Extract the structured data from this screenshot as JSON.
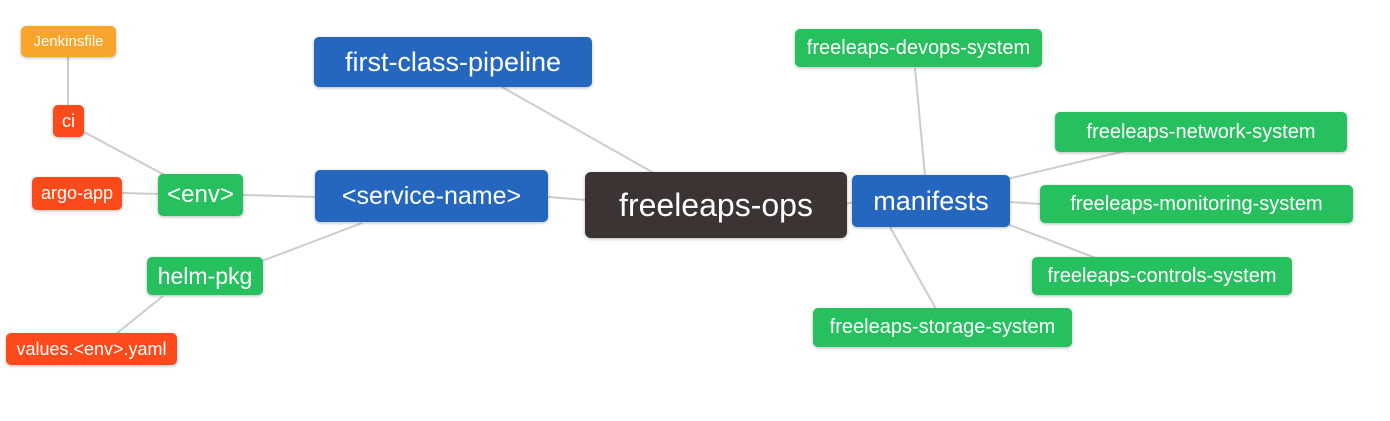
{
  "diagram": {
    "type": "mindmap",
    "background": "#FFFFFF",
    "edge_color": "#CCCCCC"
  },
  "colors": {
    "root_dark": "#3B3433",
    "branch_blue": "#2567BE",
    "child_green": "#26C05F",
    "leaf_red": "#FC4A1A",
    "leaf_orange": "#F9A52B",
    "text": "#FFFFFF"
  },
  "nodes": {
    "root": {
      "label": "freeleaps-ops"
    },
    "first_class_pipeline": {
      "label": "first-class-pipeline"
    },
    "service_name": {
      "label": "<service-name>"
    },
    "manifests": {
      "label": "manifests"
    },
    "env": {
      "label": "<env>"
    },
    "helm_pkg": {
      "label": "helm-pkg"
    },
    "ci": {
      "label": "ci"
    },
    "argo_app": {
      "label": "argo-app"
    },
    "jenkinsfile": {
      "label": "Jenkinsfile"
    },
    "values_env_yaml": {
      "label": "values.<env>.yaml"
    },
    "devops_system": {
      "label": "freeleaps-devops-system"
    },
    "network_system": {
      "label": "freeleaps-network-system"
    },
    "monitoring_system": {
      "label": "freeleaps-monitoring-system"
    },
    "controls_system": {
      "label": "freeleaps-controls-system"
    },
    "storage_system": {
      "label": "freeleaps-storage-system"
    }
  },
  "edges": [
    [
      "jenkinsfile",
      "ci"
    ],
    [
      "ci",
      "env"
    ],
    [
      "argo_app",
      "env"
    ],
    [
      "env",
      "service_name"
    ],
    [
      "helm_pkg",
      "service_name"
    ],
    [
      "values_env_yaml",
      "helm_pkg"
    ],
    [
      "service_name",
      "root"
    ],
    [
      "first_class_pipeline",
      "root"
    ],
    [
      "root",
      "manifests"
    ],
    [
      "manifests",
      "devops_system"
    ],
    [
      "manifests",
      "network_system"
    ],
    [
      "manifests",
      "monitoring_system"
    ],
    [
      "manifests",
      "controls_system"
    ],
    [
      "manifests",
      "storage_system"
    ]
  ]
}
